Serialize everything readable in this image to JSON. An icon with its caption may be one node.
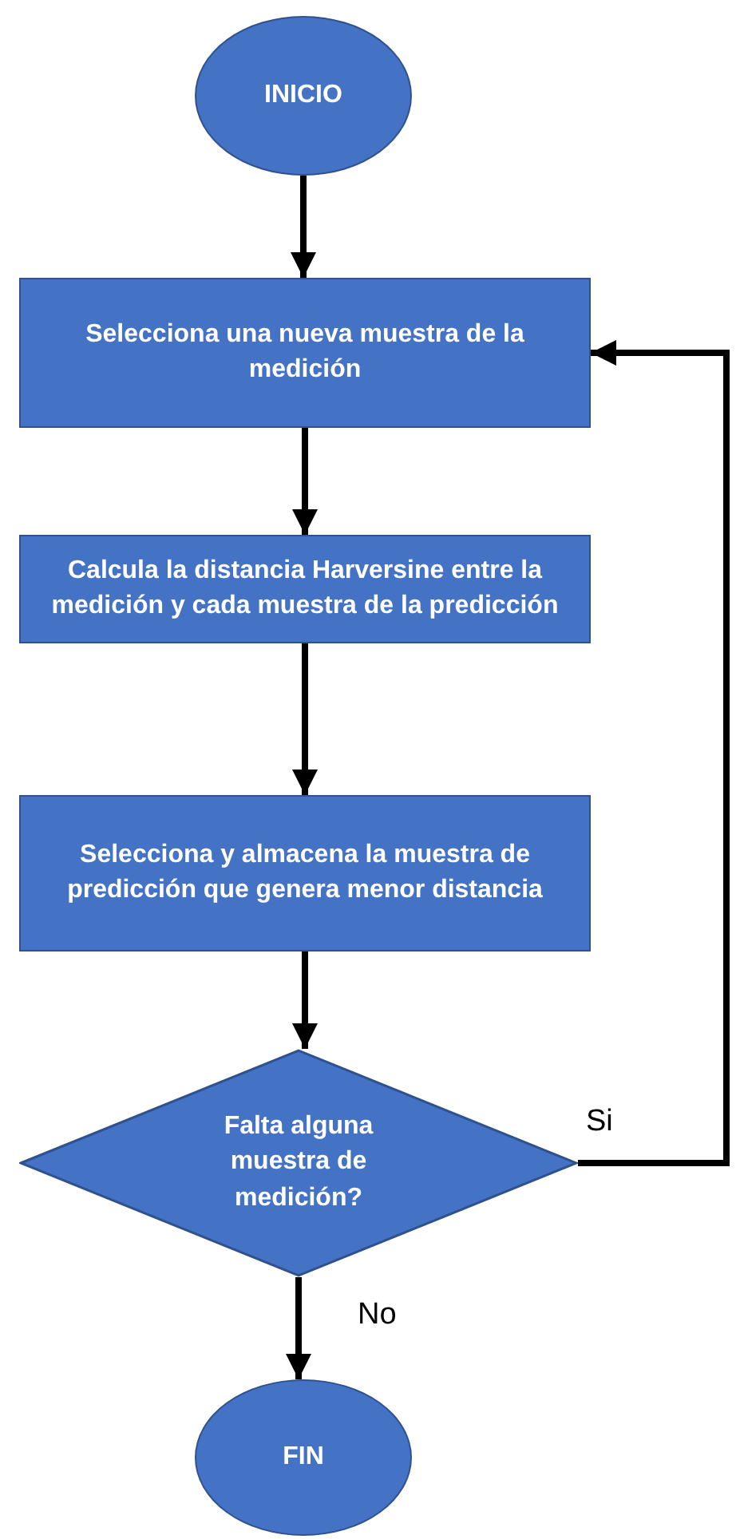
{
  "diagram": {
    "nodes": [
      {
        "text": [
          "INICIO"
        ]
      },
      {
        "text": [
          "Selecciona una nueva muestra de la medición"
        ]
      },
      {
        "text": [
          "Calcula la distancia Harversine entre la medición y cada muestra de la predicción"
        ]
      },
      {
        "text": [
          "Selecciona y almacena la muestra de predicción que genera menor distancia"
        ]
      },
      {
        "text": [
          "Falta alguna muestra de medición?"
        ]
      },
      {
        "text": [
          "FIN"
        ]
      }
    ],
    "edges": [
      {
        "from": 0,
        "to": 1,
        "arrow": "to"
      },
      {
        "from": 1,
        "to": 2,
        "arrow": "to"
      },
      {
        "from": 2,
        "to": 3,
        "arrow": "to"
      },
      {
        "from": 3,
        "to": 4,
        "arrow": "to"
      },
      {
        "from": 4,
        "to": 1,
        "arrow": "to",
        "label": "Si"
      },
      {
        "from": 4,
        "to": 5,
        "arrow": "to",
        "label": "No"
      }
    ]
  }
}
